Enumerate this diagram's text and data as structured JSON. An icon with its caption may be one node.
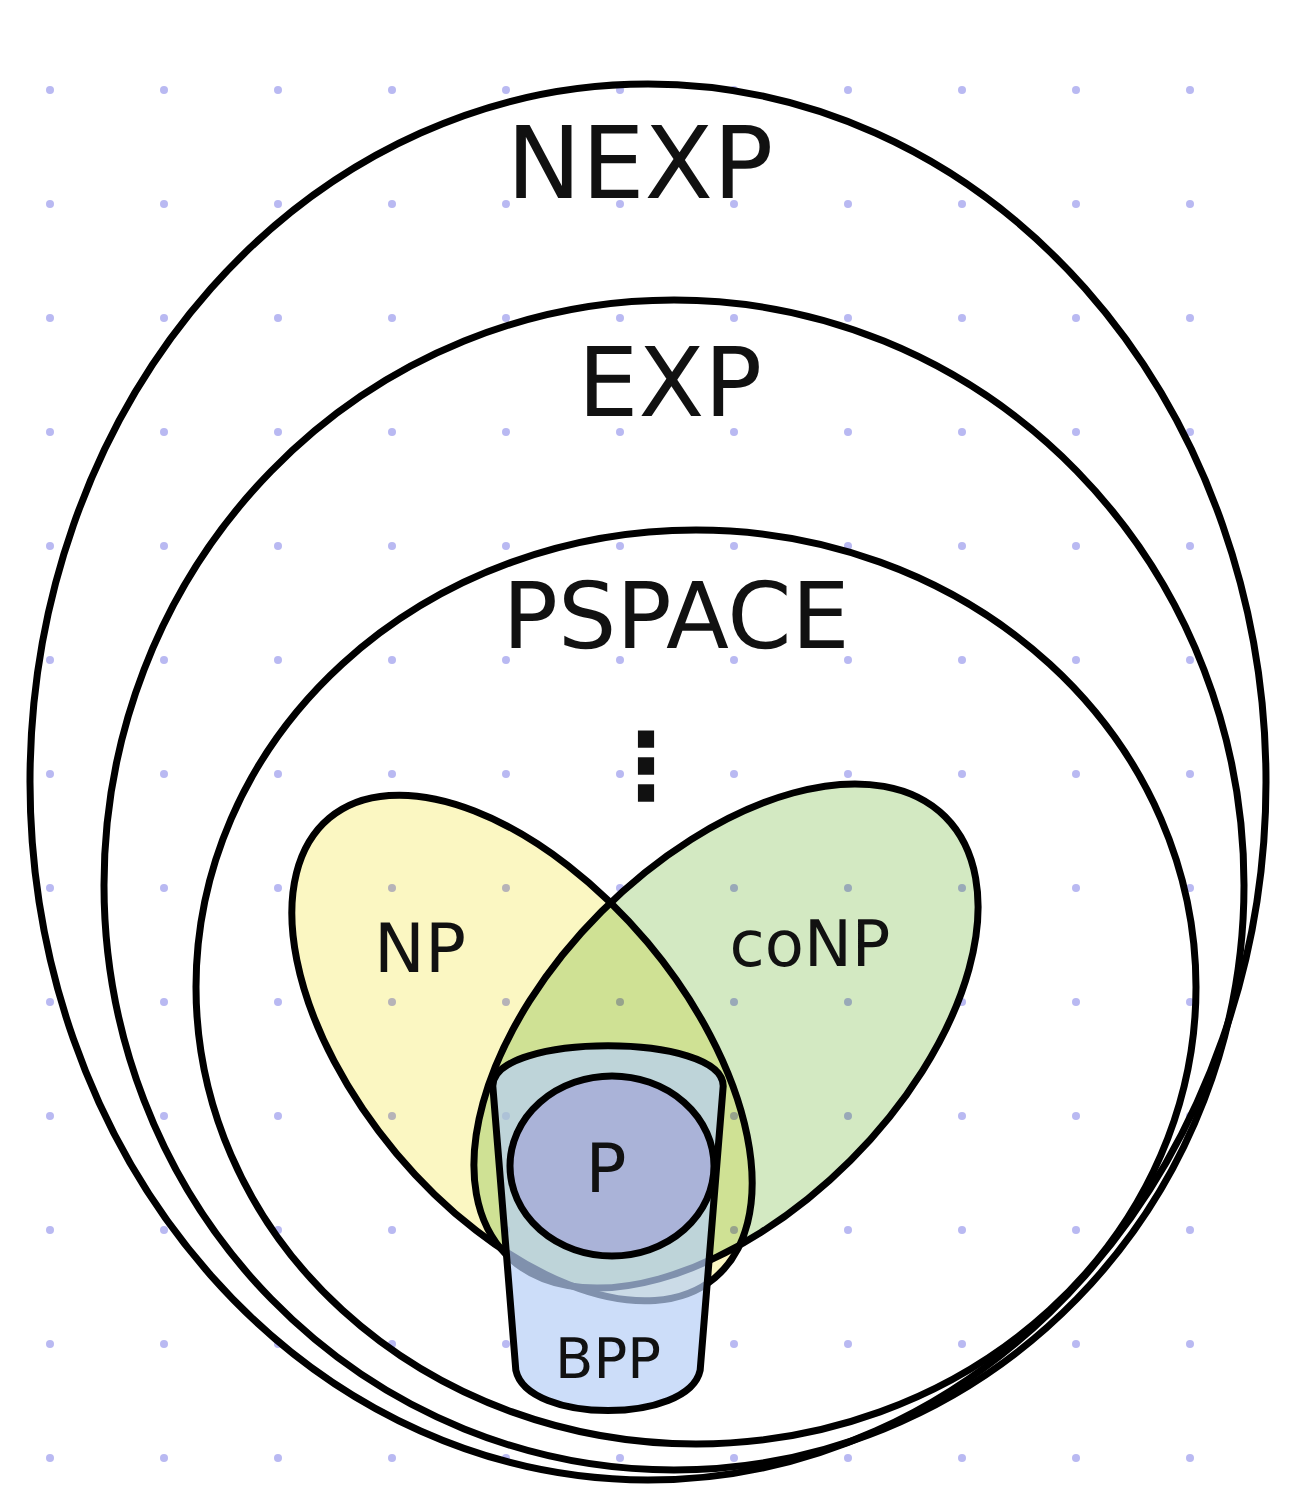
{
  "diagram": {
    "nodes": [
      {
        "text": [
          "NEXP"
        ]
      },
      {
        "text": [
          "EXP"
        ],
        "in": 0
      },
      {
        "text": [
          "PSPACE"
        ],
        "in": 1
      },
      {
        "text": [
          "NP"
        ],
        "in": 2
      },
      {
        "text": [
          "coNP"
        ],
        "in": 2
      },
      {
        "text": [
          "BPP"
        ],
        "in": 2
      },
      {
        "text": [
          "P"
        ]
      }
    ],
    "labels": [
      "⋮"
    ]
  }
}
